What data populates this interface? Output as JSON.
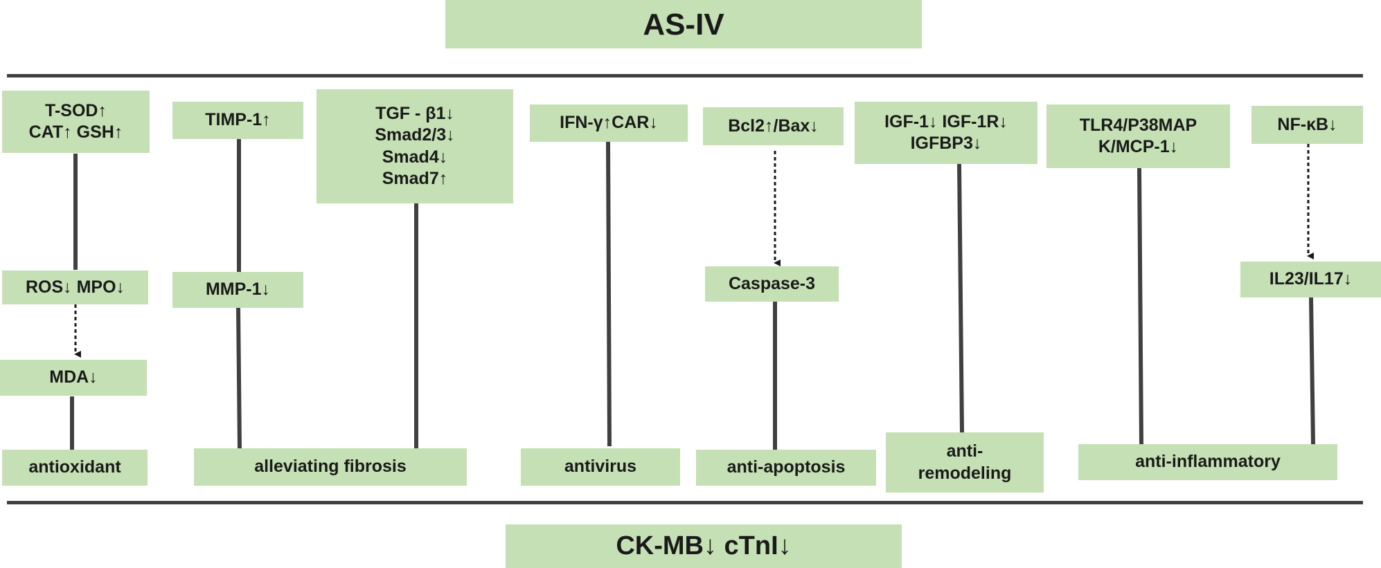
{
  "top": {
    "title": "AS-IV"
  },
  "bottom": {
    "title": "CK-MB↓  cTnI↓"
  },
  "columns": {
    "antioxidant": {
      "box1": "T-SOD↑\nCAT↑ GSH↑",
      "box2": "ROS↓ MPO↓",
      "box3": "MDA↓",
      "label": "antioxidant"
    },
    "fibrosis": {
      "box1": "TIMP-1↑",
      "box2": "MMP-1↓",
      "box3": "TGF - β1↓\nSmad2/3↓\nSmad4↓\nSmad7↑",
      "label": "alleviating fibrosis"
    },
    "antivirus": {
      "box1": "IFN-γ↑CAR↓",
      "label": "antivirus"
    },
    "apoptosis": {
      "box1": "Bcl2↑/Bax↓",
      "box2": "Caspase-3",
      "label": "anti-apoptosis"
    },
    "remodeling": {
      "box1": "IGF-1↓ IGF-1R↓\nIGFBP3↓",
      "label": "anti-\nremodeling"
    },
    "inflammatory": {
      "box1": "TLR4/P38MAP\nK/MCP-1↓",
      "box2": "NF-κB↓",
      "box3": "IL23/IL17↓",
      "label": "anti-inflammatory"
    }
  }
}
